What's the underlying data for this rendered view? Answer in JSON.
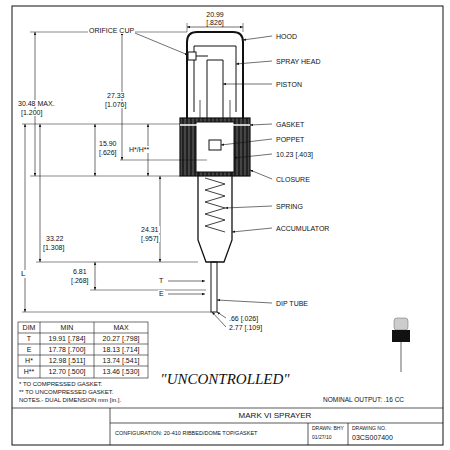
{
  "diagram": {
    "labels": [
      "ORIFICE CUP",
      "20.99",
      "[.826]",
      "HOOD",
      "SPRAY HEAD",
      "PISTON",
      "30.48 MAX.",
      "[1.200]",
      "27.33",
      "[1.076]",
      "GASKET",
      "POPPET",
      "15.90",
      "[.626]",
      "H*/H**",
      "10.23 [.403]",
      "CLOSURE",
      "SPRING",
      "ACCUMULATOR",
      "33.22",
      "[1.308]",
      "24.31",
      "[.957]",
      "L",
      "6.81",
      "[.268]",
      "T",
      "E",
      "DIP TUBE",
      ".66 [.026]",
      "2.77 [.109]",
      "DIM",
      "MIN",
      "MAX",
      "T",
      "19.91 [.784]",
      "20.27 [.798]",
      "E",
      "17.78 [.700]",
      "18.13 [.714]",
      "H*",
      "12.98 [.511]",
      "13.74 [.541]",
      "H**",
      "12.70 [.500]",
      "13.46 [.530]",
      "* TO COMPRESSED GASKET.",
      "** TO UNCOMPRESSED GASKET.",
      "NOTES.- DUAL DIMENSION mm [in.].",
      "\"UNCONTROLLED\"",
      "NOMINAL OUTPUT: .16 CC",
      "MARK VI SPRAYER",
      "CONFIGURATION: 20-410 RIBBED/DOME TOP/GASKET",
      "DRAWN: BHY",
      "01/27/10",
      "DRAWING NO.",
      "03CS007400"
    ]
  }
}
